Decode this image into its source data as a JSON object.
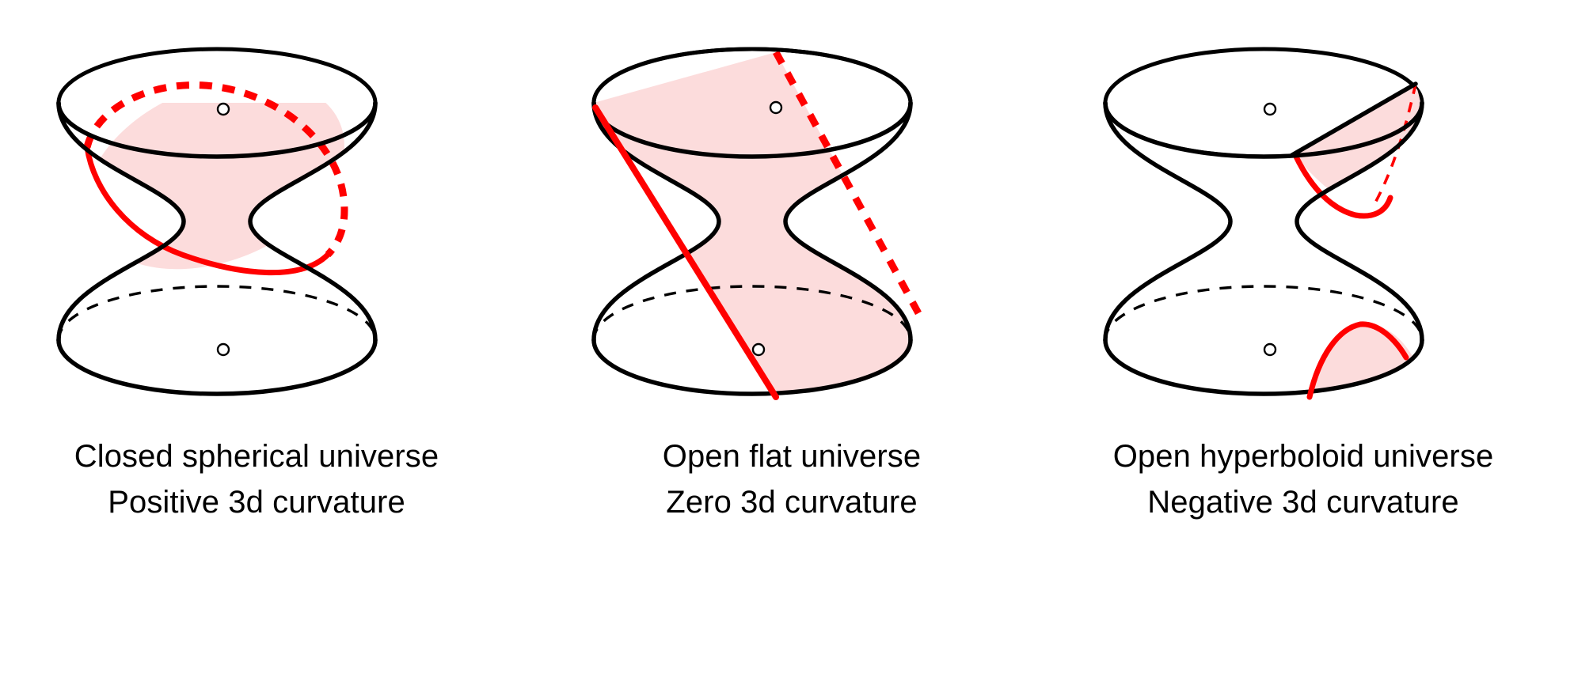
{
  "figure": {
    "title": "Three universe geometries on a hyperboloid spacetime",
    "colors": {
      "outline": "#000000",
      "slice_stroke": "#ff0000",
      "slice_fill": "#fcdcdc",
      "background": "#ffffff"
    },
    "panels": [
      {
        "id": "closed",
        "caption_line1": "Closed spherical universe",
        "caption_line2": "Positive 3d curvature",
        "slice_shape": "ellipse",
        "slice_visible_style": "solid-front dashed-back",
        "center_marker": "small-circle"
      },
      {
        "id": "flat",
        "caption_line1": "Open flat universe",
        "caption_line2": "Zero 3d curvature",
        "slice_shape": "diagonal-plane",
        "slice_visible_style": "solid-front dashed-back",
        "center_marker": "small-circle"
      },
      {
        "id": "hyperboloid",
        "caption_line1": "Open hyperboloid universe",
        "caption_line2": "Negative 3d curvature",
        "slice_shape": "steep-plane",
        "slice_visible_style": "solid-front dashed-back",
        "center_marker": "small-circle"
      }
    ]
  }
}
